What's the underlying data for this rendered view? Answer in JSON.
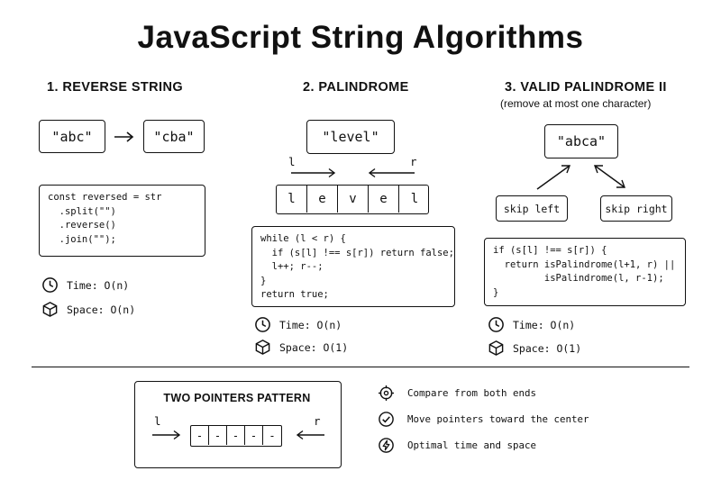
{
  "title": "JavaScript String Algorithms",
  "sections": [
    {
      "heading": "1. REVERSE STRING",
      "input": "\"abc\"",
      "output": "\"cba\"",
      "code": "const reversed = str\n  .split(\"\")\n  .reverse()\n  .join(\"\");",
      "time": "Time: O(n)",
      "space": "Space: O(n)"
    },
    {
      "heading": "2. PALINDROME",
      "input": "\"level\"",
      "left_pointer": "l",
      "right_pointer": "r",
      "cells": [
        "l",
        "e",
        "v",
        "e",
        "l"
      ],
      "code": "while (l < r) {\n  if (s[l] !== s[r]) return false;\n  l++; r--;\n}\nreturn true;",
      "time": "Time: O(n)",
      "space": "Space: O(1)"
    },
    {
      "heading": "3. VALID PALINDROME II",
      "subheading": "(remove at most one character)",
      "input": "\"abca\"",
      "skip_left": "skip left",
      "skip_right": "skip right",
      "code": "if (s[l] !== s[r]) {\n  return isPalindrome(l+1, r) ||\n         isPalindrome(l, r-1);\n}",
      "time": "Time: O(n)",
      "space": "Space: O(1)"
    }
  ],
  "pattern": {
    "title": "TWO POINTERS PATTERN",
    "left_pointer": "l",
    "right_pointer": "r",
    "cells": [
      "-",
      "-",
      "-",
      "-",
      "-"
    ]
  },
  "features": [
    {
      "icon": "target-icon",
      "text": "Compare from both ends"
    },
    {
      "icon": "check-circle-icon",
      "text": "Move pointers toward the center"
    },
    {
      "icon": "lightning-icon",
      "text": "Optimal time and space"
    }
  ]
}
